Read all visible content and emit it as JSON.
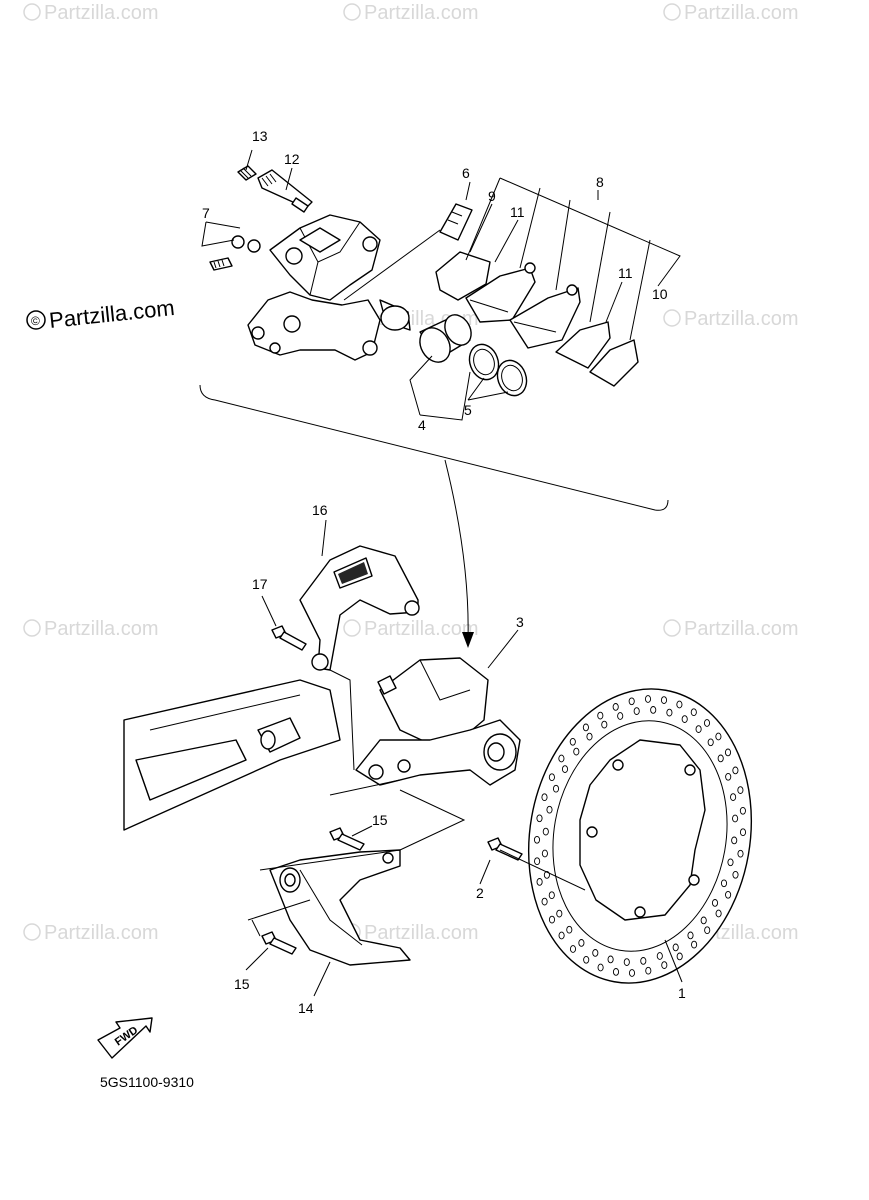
{
  "watermark": {
    "text": "Partzilla.com",
    "symbol": "©"
  },
  "callouts": {
    "c1": "1",
    "c2": "2",
    "c3": "3",
    "c4": "4",
    "c5": "5",
    "c6": "6",
    "c7": "7",
    "c8": "8",
    "c9": "9",
    "c10": "10",
    "c11a": "11",
    "c11b": "11",
    "c12": "12",
    "c13": "13",
    "c14": "14",
    "c15a": "15",
    "c15b": "15",
    "c16": "16",
    "c17": "17"
  },
  "fwd_label": "FWD",
  "diagram_code": "5GS1100-9310"
}
